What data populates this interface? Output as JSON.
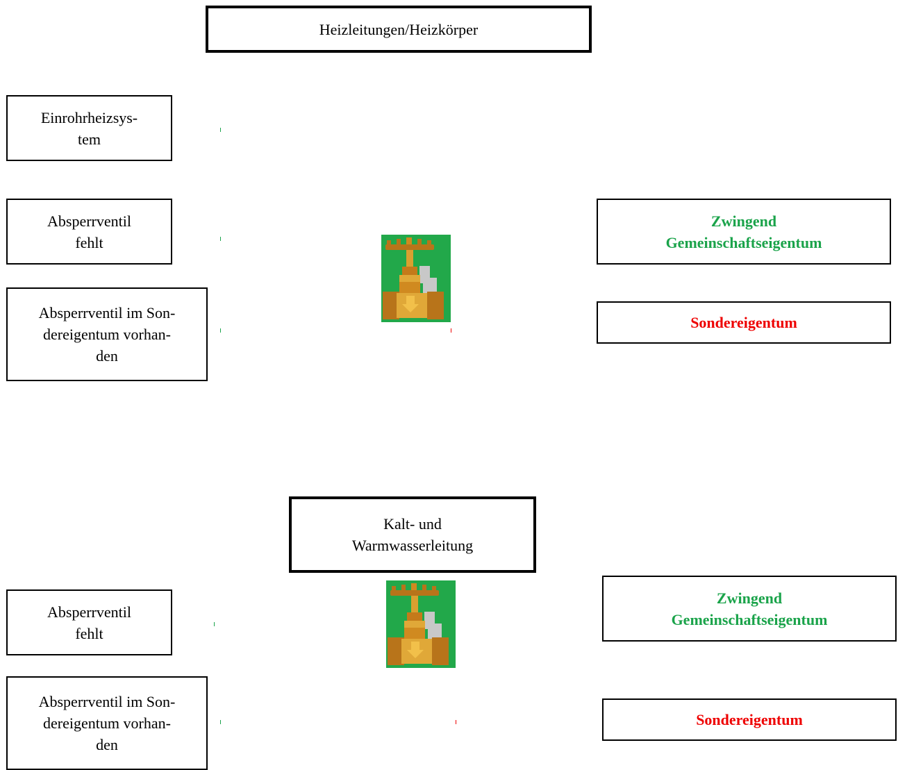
{
  "section1": {
    "title": "Heizleitungen/Heizkörper",
    "left": [
      "Einrohrheizsys-\ntem",
      "Absperrventil\nfehlt",
      "Absperrventil im Son-\ndereigentum vorhan-\nden"
    ],
    "right": [
      "Zwingend\nGemeinschaftseigentum",
      "Sondereigentum"
    ],
    "valve_icon": "valve-icon"
  },
  "section2": {
    "title": "Kalt- und\nWarmwasserleitung",
    "left": [
      "Absperrventil\nfehlt",
      "Absperrventil im Son-\ndereigentum vorhan-\nden"
    ],
    "right": [
      "Zwingend\nGemeinschaftseigentum",
      "Sondereigentum"
    ],
    "valve_icon": "valve-icon"
  },
  "colors": {
    "green": "#1aa34a",
    "red": "#ee0000",
    "border": "#000000"
  }
}
